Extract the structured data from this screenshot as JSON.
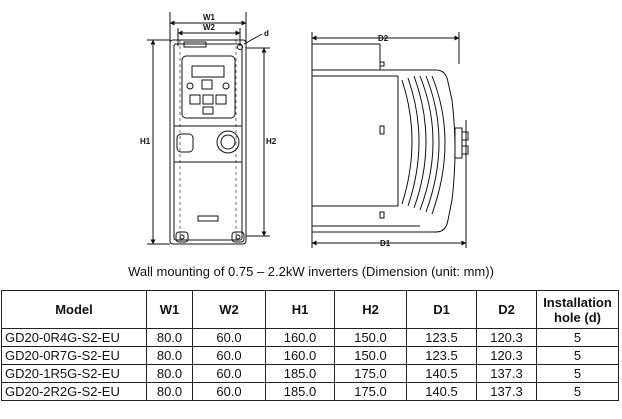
{
  "drawing": {
    "front_labels": {
      "w1": "W1",
      "w2": "W2",
      "h1": "H1",
      "h2": "H2",
      "d": "d"
    },
    "side_labels": {
      "d2": "D2",
      "d1": "D1"
    }
  },
  "caption": "Wall mounting of 0.75 – 2.2kW inverters (Dimension (unit: mm))",
  "table": {
    "headers": [
      "Model",
      "W1",
      "W2",
      "H1",
      "H2",
      "D1",
      "D2",
      "Installation hole (d)"
    ],
    "rows": [
      [
        "GD20-0R4G-S2-EU",
        "80.0",
        "60.0",
        "160.0",
        "150.0",
        "123.5",
        "120.3",
        "5"
      ],
      [
        "GD20-0R7G-S2-EU",
        "80.0",
        "60.0",
        "160.0",
        "150.0",
        "123.5",
        "120.3",
        "5"
      ],
      [
        "GD20-1R5G-S2-EU",
        "80.0",
        "60.0",
        "185.0",
        "175.0",
        "140.5",
        "137.3",
        "5"
      ],
      [
        "GD20-2R2G-S2-EU",
        "80.0",
        "60.0",
        "185.0",
        "175.0",
        "140.5",
        "137.3",
        "5"
      ]
    ]
  }
}
